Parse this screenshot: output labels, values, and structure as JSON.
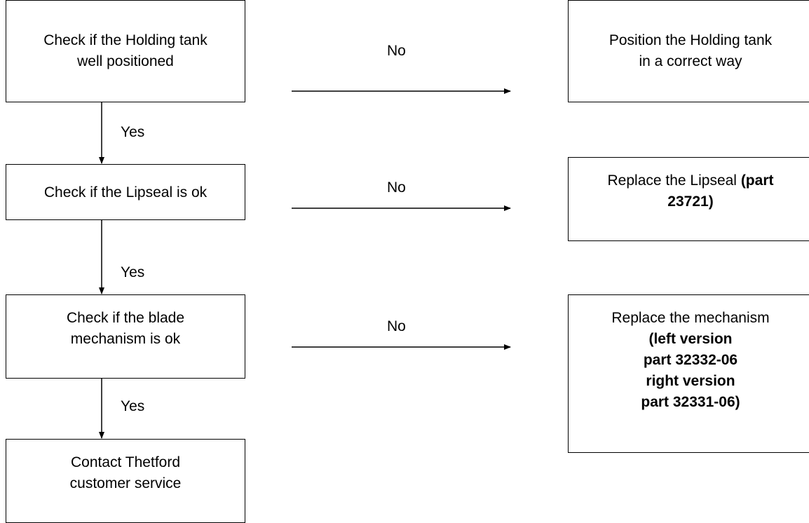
{
  "nodes": {
    "check_tank": {
      "lines": [
        "Check if the Holding tank",
        "well positioned"
      ]
    },
    "check_lipseal": {
      "lines": [
        "Check if the Lipseal is ok"
      ]
    },
    "check_blade": {
      "lines": [
        "Check if the blade",
        "mechanism is ok"
      ]
    },
    "contact": {
      "lines": [
        "Contact Thetford",
        "customer service"
      ]
    },
    "position_tank": {
      "lines": [
        "Position the Holding tank",
        "in a correct way"
      ]
    },
    "replace_lipseal": {
      "line1_text": "Replace the Lipseal ",
      "line1_bold": "(part",
      "line2_bold": "23721)"
    },
    "replace_mechanism": {
      "line1": "Replace the mechanism",
      "bold_lines": [
        "(left version",
        "part 32332-06",
        "right version",
        "part 32331-06)"
      ]
    }
  },
  "edges": {
    "no_label": "No",
    "yes_label": "Yes",
    "no_labels": [
      "No",
      "No",
      "No"
    ],
    "yes_labels": [
      "Yes",
      "Yes",
      "Yes"
    ]
  }
}
